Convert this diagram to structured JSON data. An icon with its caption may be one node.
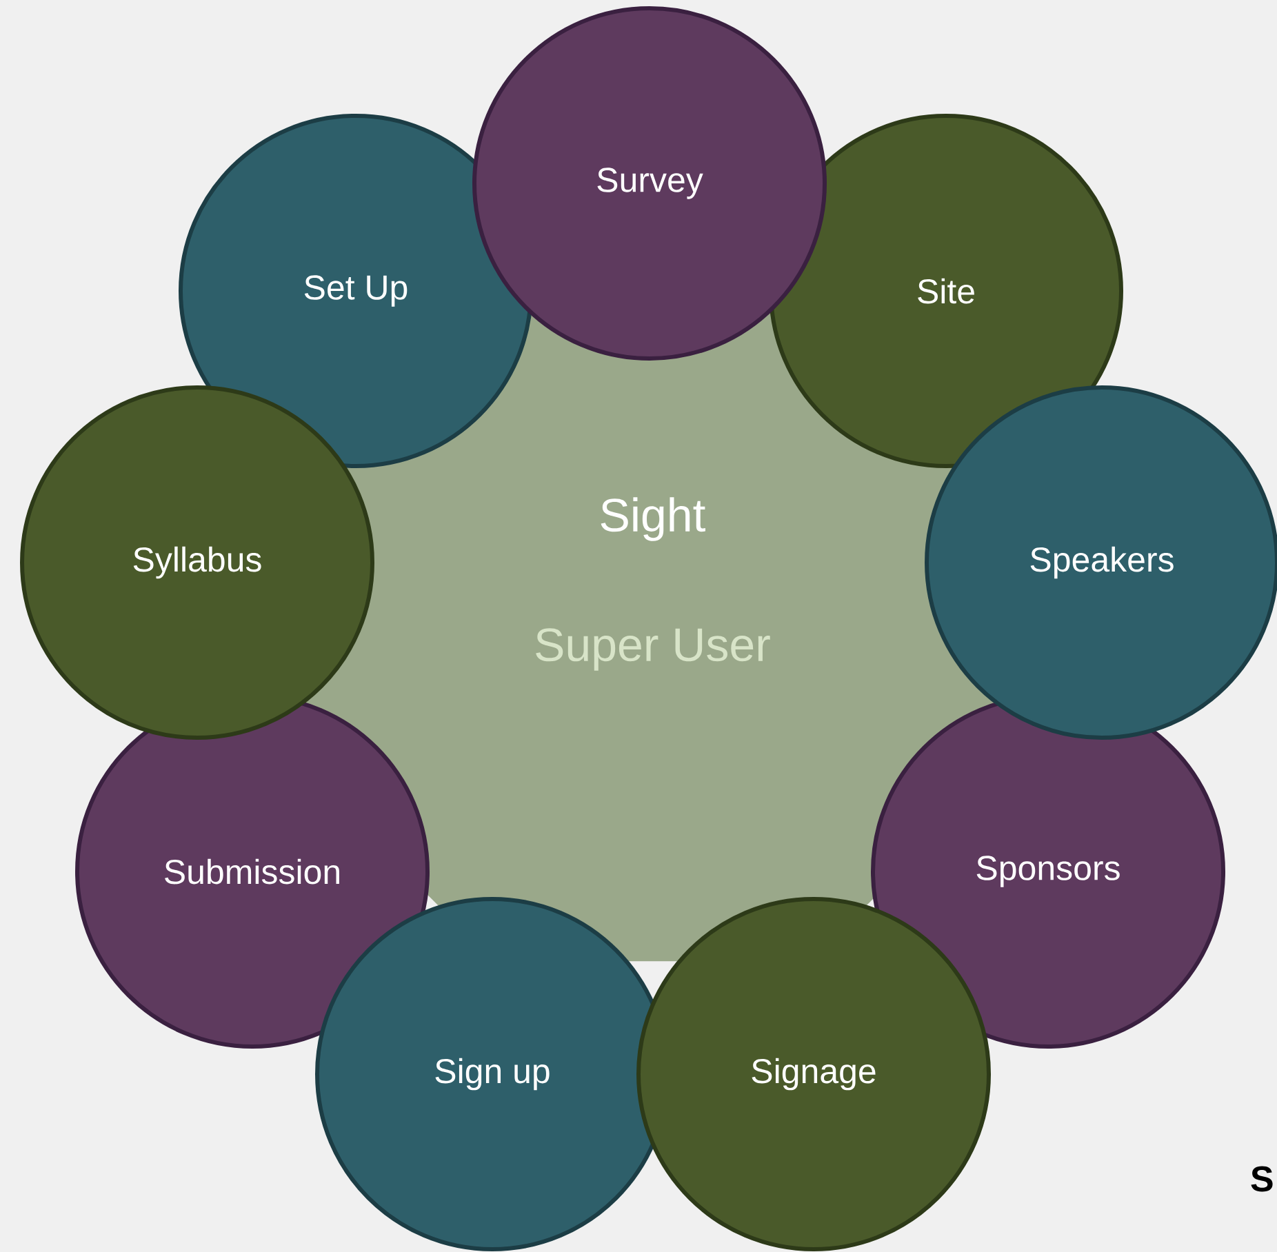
{
  "diagram": {
    "nodes": [
      {
        "text": [
          "Sight",
          "Super User"
        ]
      },
      {
        "text": [
          "Survey"
        ]
      },
      {
        "text": [
          "Site"
        ]
      },
      {
        "text": [
          "Speakers"
        ]
      },
      {
        "text": [
          "Sponsors"
        ]
      },
      {
        "text": [
          "Signage"
        ]
      },
      {
        "text": [
          "Sign up"
        ]
      },
      {
        "text": [
          "Submission"
        ]
      },
      {
        "text": [
          "Syllabus"
        ]
      },
      {
        "text": [
          "Set Up"
        ]
      }
    ],
    "labels": [
      "S"
    ]
  }
}
